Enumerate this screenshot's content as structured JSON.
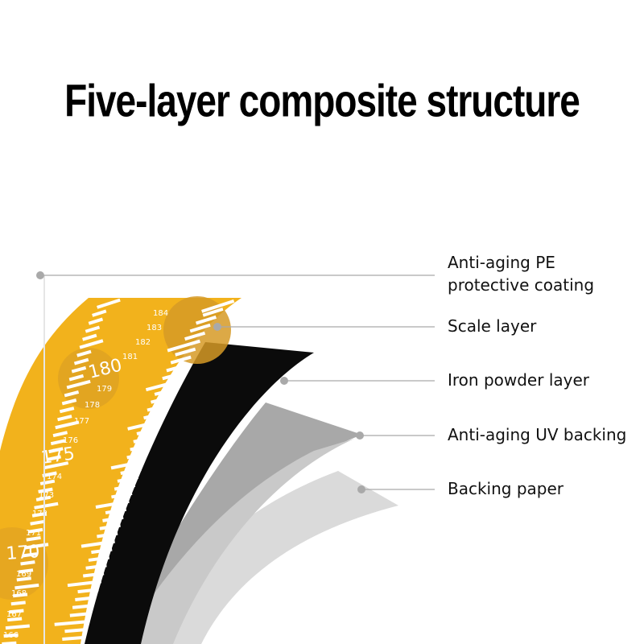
{
  "title": "Five-layer composite structure",
  "layers": [
    {
      "line1": "Anti-aging PE",
      "line2": "protective coating"
    },
    {
      "line1": "Scale layer"
    },
    {
      "line1": "Iron powder layer"
    },
    {
      "line1": "Anti-aging UV backing"
    },
    {
      "line1": "Backing paper"
    }
  ],
  "ruler": {
    "big_numbers": [
      "180",
      "175",
      "170"
    ],
    "small_numbers": [
      "184",
      "183",
      "182",
      "181",
      "179",
      "178",
      "177",
      "176",
      "174",
      "173",
      "172",
      "171",
      "169",
      "168",
      "167",
      "166"
    ]
  },
  "colors": {
    "ruler_yellow": "#f2b21c",
    "ruler_dark": "#d79a1e",
    "iron_black": "#0b0b0b",
    "uv_gray": "#a6a6a6",
    "paper_gray": "#d6d6d6",
    "leader_line": "#a9a9a9"
  }
}
